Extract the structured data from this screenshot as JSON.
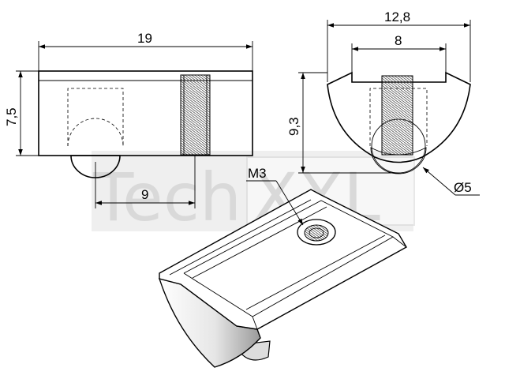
{
  "dimensions": {
    "side_length": "19",
    "side_height": "7,5",
    "side_ball_offset": "9",
    "front_width": "12,8",
    "front_inner_width": "8",
    "front_height": "9,3",
    "ball_diameter": "Ø5"
  },
  "thread_label": "M3",
  "watermark": {
    "text_left": "Tech",
    "text_right": "XXL"
  }
}
